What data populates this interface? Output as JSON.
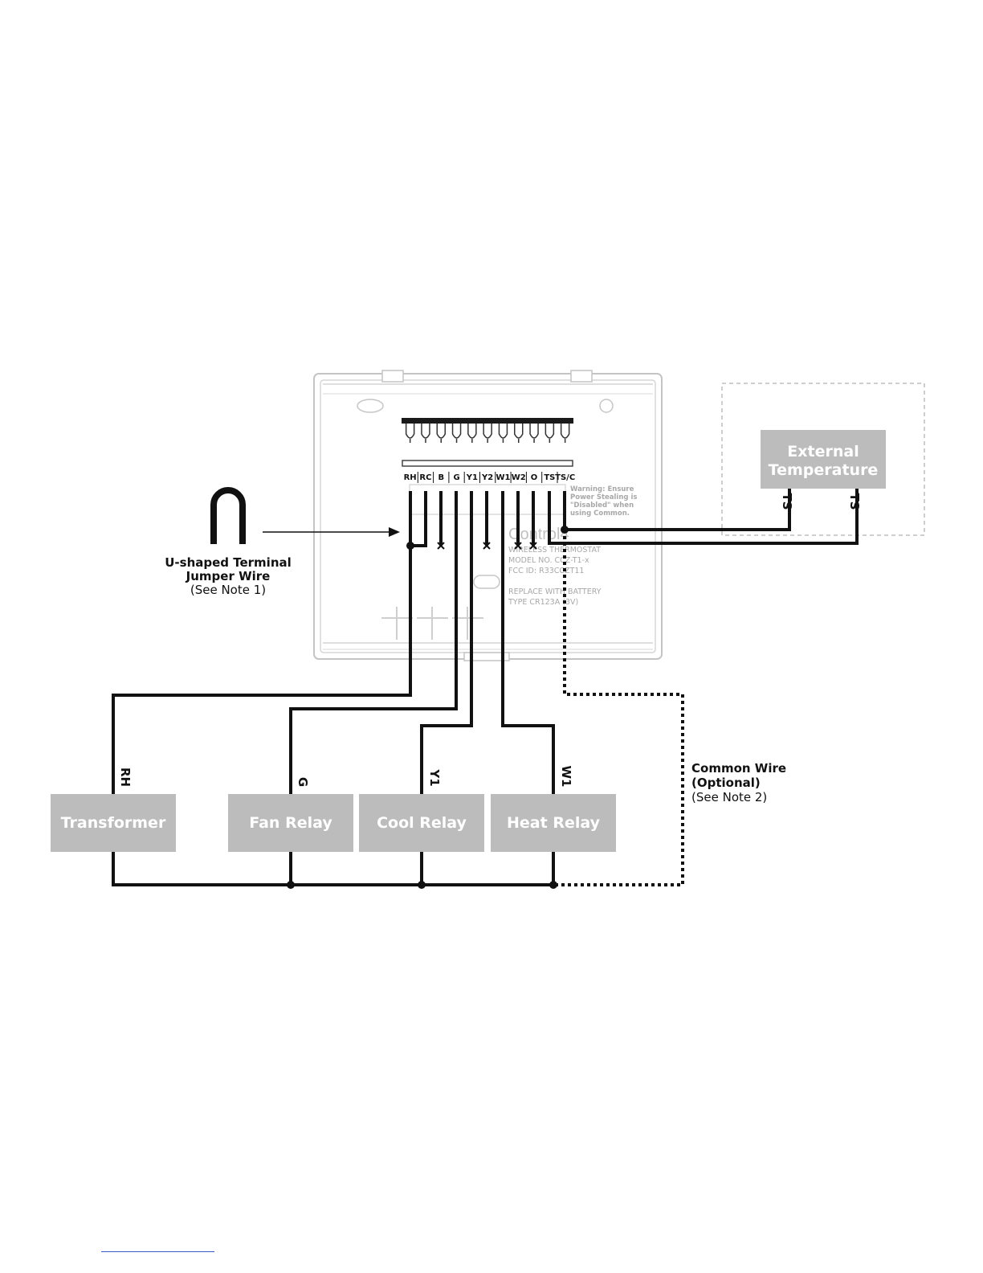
{
  "terminals": [
    "RH",
    "RC",
    "B",
    "G",
    "Y1",
    "Y2",
    "W1",
    "W2",
    "O",
    "TS",
    "TS/C"
  ],
  "thermostat": {
    "warning_lines": [
      "Warning: Ensure",
      "Power Stealing is",
      "\"Disabled\" when",
      "using Common."
    ],
    "brand": "Control4",
    "label_lines": [
      "WIRELESS THERMOSTAT",
      "MODEL NO. CCZ-T1-x",
      "FCC ID: R33CCZT11",
      "",
      "REPLACE WITH BATTERY",
      "TYPE CR123A (3V)"
    ]
  },
  "jumper": {
    "title_line1": "U-shaped Terminal",
    "title_line2": "Jumper Wire",
    "note": "(See Note 1)"
  },
  "external_temperature": {
    "line1": "External",
    "line2": "Temperature",
    "wire_labels": [
      "TS",
      "TS"
    ]
  },
  "relays": [
    {
      "label": "Transformer",
      "wire": "RH"
    },
    {
      "label": "Fan Relay",
      "wire": "G"
    },
    {
      "label": "Cool Relay",
      "wire": "Y1"
    },
    {
      "label": "Heat Relay",
      "wire": "W1"
    }
  ],
  "common_wire": {
    "line1": "Common Wire",
    "line2": "(Optional)",
    "note": "(See Note 2)"
  },
  "colors": {
    "box_fill": "#bcbcbc",
    "wire": "#111111",
    "thermostat_outline": "#bfbfbf"
  }
}
